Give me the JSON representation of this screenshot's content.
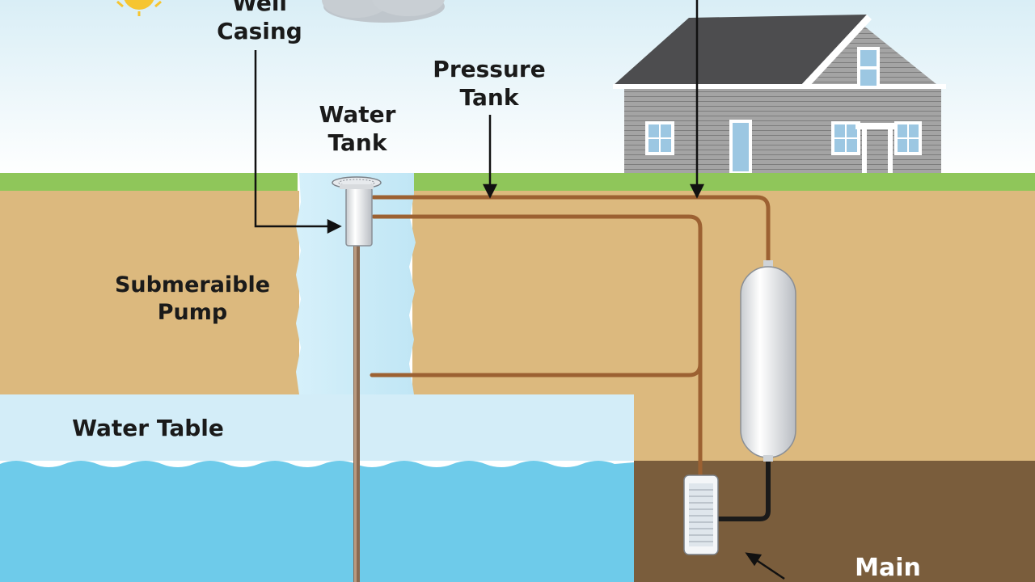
{
  "labels": {
    "well_casing": [
      "Well",
      "Casing"
    ],
    "water_tank": [
      "Water",
      "Tank"
    ],
    "pressure_tank": [
      "Pressure",
      "Tank"
    ],
    "submersible_pump": [
      "Submeraible",
      "Pump"
    ],
    "water_table": "Water Table",
    "main": "Main"
  },
  "colors": {
    "sky_top": "#dbeff6",
    "grass": "#8fc65a",
    "soil": "#dcb97e",
    "deep_soil": "#7a5d3c",
    "water": "#6ecbea",
    "pipe": "#9c6132",
    "roof": "#4a4a4a",
    "siding": "#9a9a9a"
  }
}
